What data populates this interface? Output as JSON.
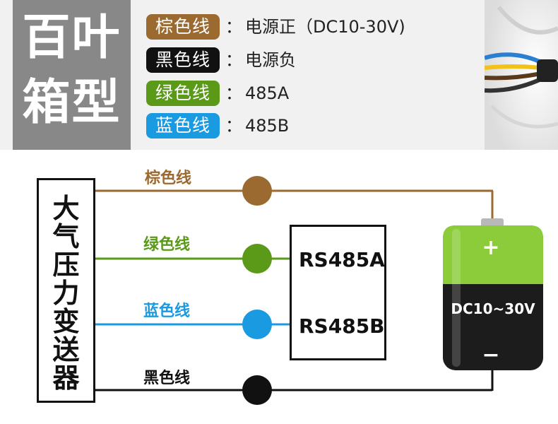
{
  "header": {
    "title_line1": "百叶",
    "title_line2": "箱型"
  },
  "legend": [
    {
      "label": "棕色线",
      "desc": "电源正（DC10-30V)",
      "color": "#9a6a30"
    },
    {
      "label": "黑色线",
      "desc": "电源负",
      "color": "#111111"
    },
    {
      "label": "绿色线",
      "desc": "485A",
      "color": "#5a9a18"
    },
    {
      "label": "蓝色线",
      "desc": "485B",
      "color": "#1a9ae0"
    }
  ],
  "colon": "：",
  "diagram": {
    "transmitter_chars": [
      "大",
      "气",
      "压",
      "力",
      "变",
      "送",
      "器"
    ],
    "wires": {
      "brown": {
        "label": "棕色线",
        "color": "#9a6a30"
      },
      "green": {
        "label": "绿色线",
        "color": "#5a9a18"
      },
      "blue": {
        "label": "蓝色线",
        "color": "#1a9ae0"
      },
      "black": {
        "label": "黑色线",
        "color": "#111111"
      }
    },
    "rs485a": "RS485A",
    "rs485b": "RS485B",
    "battery": {
      "voltage": "DC10~30V",
      "plus": "+",
      "minus": "−",
      "top_color": "#8ccc3a",
      "body_color": "#1c1c1c"
    }
  }
}
